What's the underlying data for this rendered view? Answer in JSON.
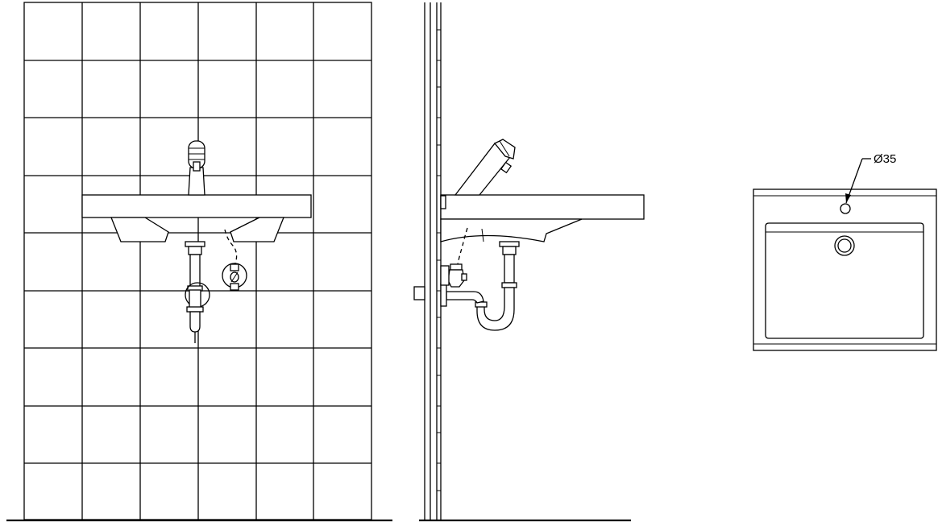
{
  "drawing": {
    "views": [
      "front-elevation",
      "side-elevation",
      "top-plan"
    ],
    "tap_hole_dimension": "Ø35"
  }
}
